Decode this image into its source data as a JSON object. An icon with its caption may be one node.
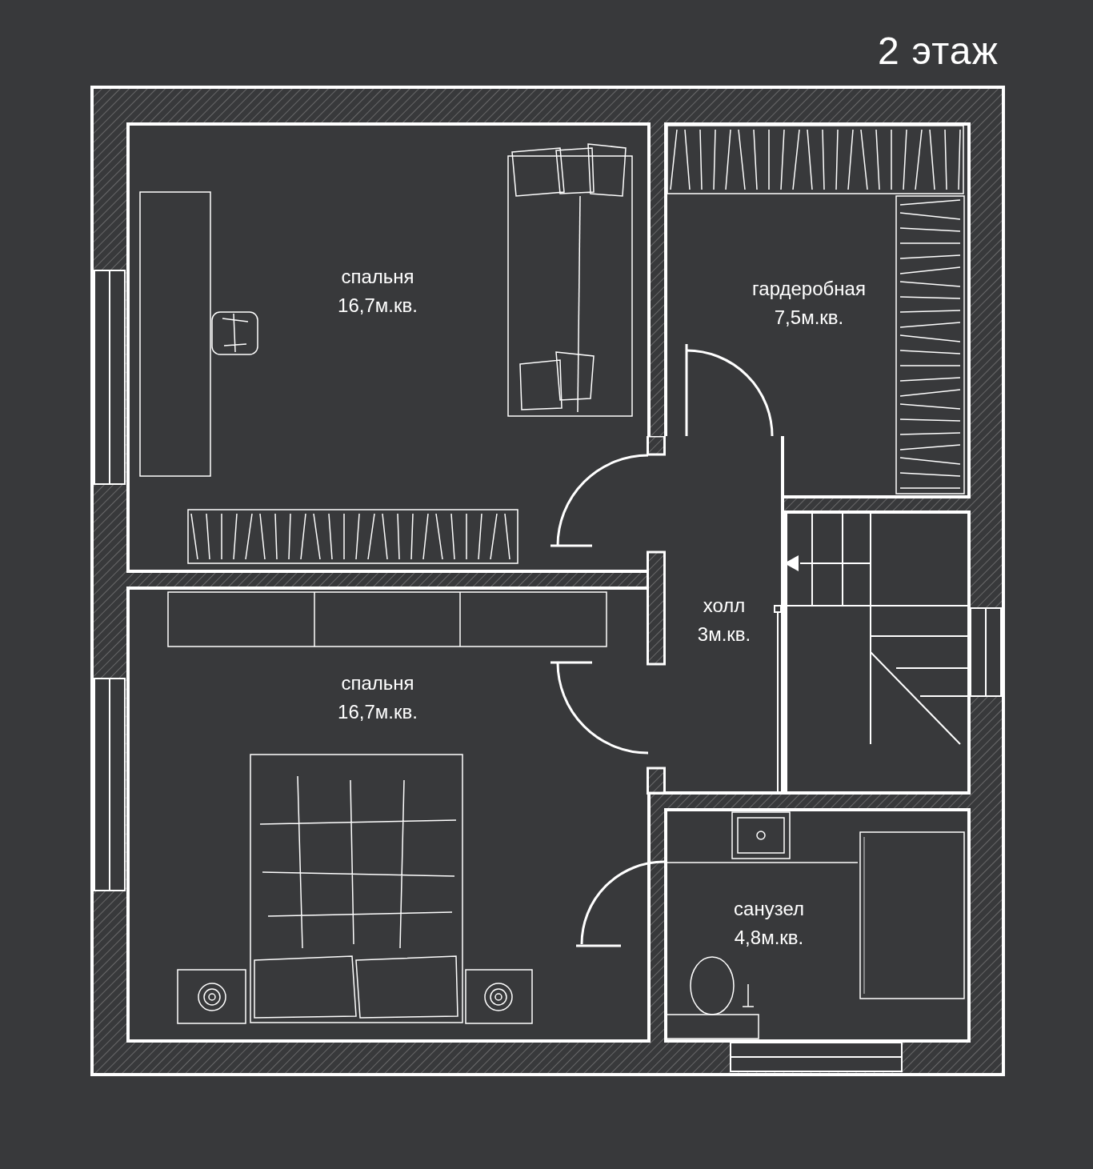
{
  "diagram": {
    "title": "2 этаж",
    "nodes": [
      {
        "text": [
          "спальня",
          "16,7м.кв."
        ]
      },
      {
        "text": [
          "гардеробная",
          "7,5м.кв."
        ]
      },
      {
        "text": [
          "холл",
          "3м.кв."
        ]
      },
      {
        "text": [
          "спальня",
          "16,7м.кв."
        ]
      },
      {
        "text": [
          "санузел",
          "4,8м.кв."
        ]
      }
    ]
  }
}
